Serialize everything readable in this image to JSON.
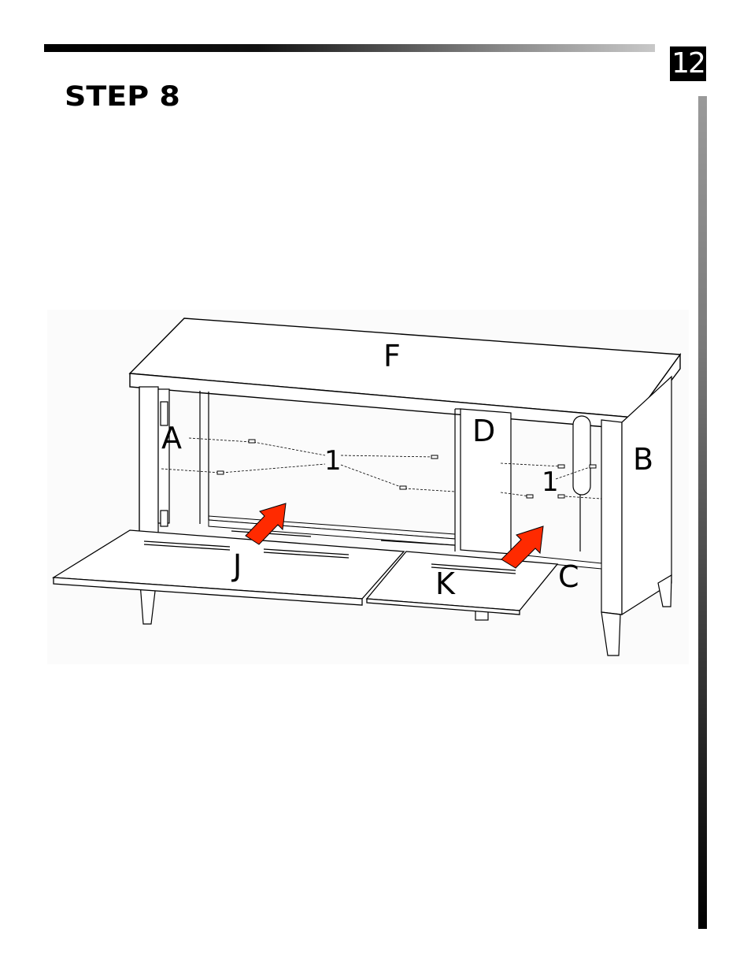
{
  "header": {
    "page_number": "12",
    "step_title": "STEP 8"
  },
  "illustration": {
    "labels": {
      "top": "F",
      "left_panel": "A",
      "center_panel": "D",
      "right_panel": "B",
      "left_shelf": "J",
      "right_shelf": "K",
      "right_bottom": "C",
      "hardware_left": "1",
      "hardware_right": "1"
    },
    "colors": {
      "arrow": "#ff2a00",
      "line": "#000000"
    }
  }
}
